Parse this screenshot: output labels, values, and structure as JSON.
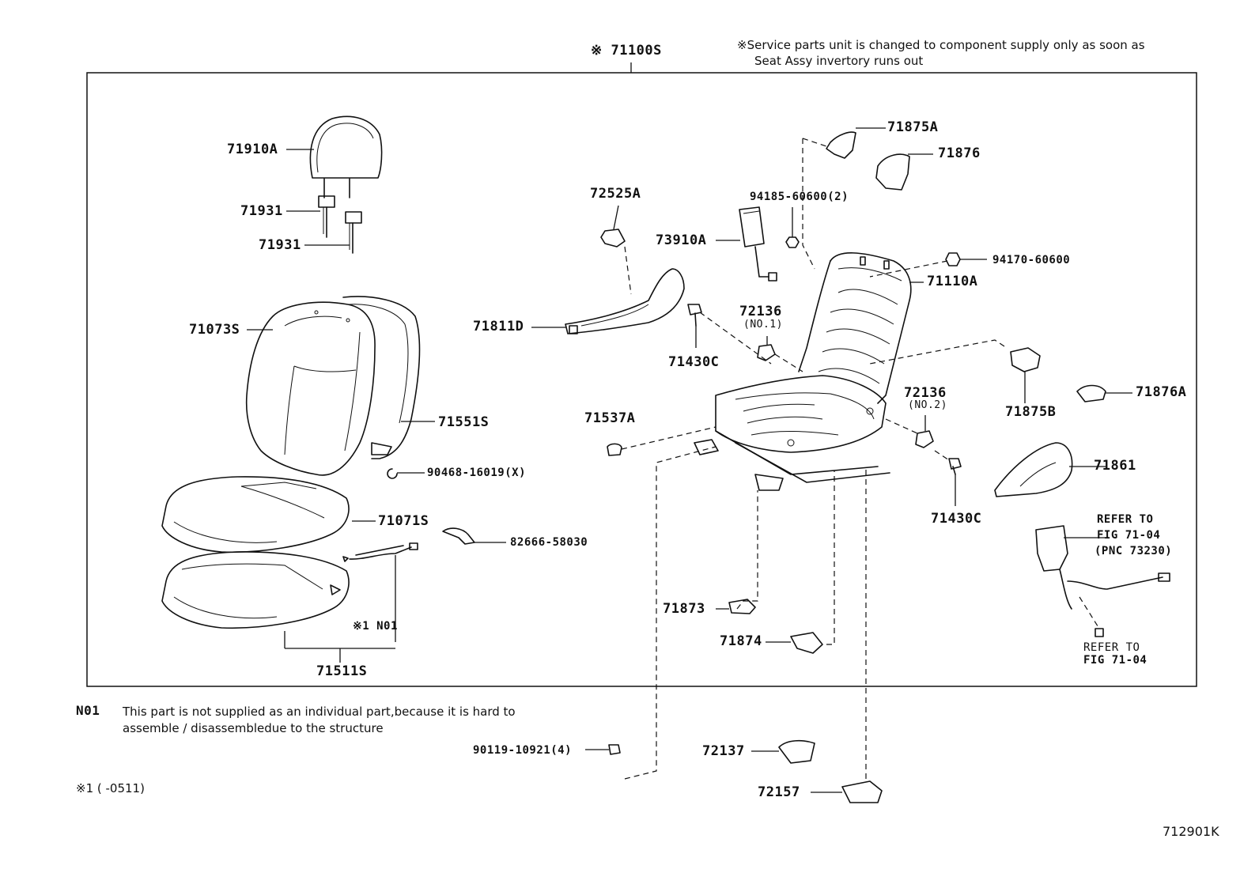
{
  "header": {
    "assembly": "※ 71100S",
    "service_note_line1": "※Service parts unit is changed to component supply only as soon as",
    "service_note_line2": "Seat Assy invertory runs out"
  },
  "parts": {
    "p71910A": "71910A",
    "p71931a": "71931",
    "p71931b": "71931",
    "p71073S": "71073S",
    "p71551S": "71551S",
    "p90468": "90468-16019(X)",
    "p71071S": "71071S",
    "p82666": "82666-58030",
    "n01": "※1 N01",
    "p71511S": "71511S",
    "p72525A": "72525A",
    "p73910A": "73910A",
    "p94185": "94185-60600(2)",
    "p71811D": "71811D",
    "p71430Ca": "71430C",
    "p72136a": "72136",
    "p72136a_sub": "(NO.1)",
    "p71875A": "71875A",
    "p71876": "71876",
    "p94170": "94170-60600",
    "p71110A": "71110A",
    "p71537A": "71537A",
    "p72136b": "72136",
    "p72136b_sub": "(NO.2)",
    "p71875B": "71875B",
    "p71876A": "71876A",
    "p71861": "71861",
    "p71430Cb": "71430C",
    "refer1_l1": "REFER TO",
    "refer1_l2": "FIG 71-04",
    "refer1_l3": "(PNC 73230)",
    "refer2_l1": "REFER TO",
    "refer2_l2": "FIG 71-04",
    "p71873": "71873",
    "p71874": "71874",
    "p90119": "90119-10921(4)",
    "p72137": "72137",
    "p72157": "72157"
  },
  "footer": {
    "n01_code": "N01",
    "n01_line1": "This part is not supplied as an individual part,because it is hard to",
    "n01_line2": "assemble / disassembledue to the structure",
    "footnote": "※1 (      -0511)",
    "figure_id": "712901K"
  }
}
